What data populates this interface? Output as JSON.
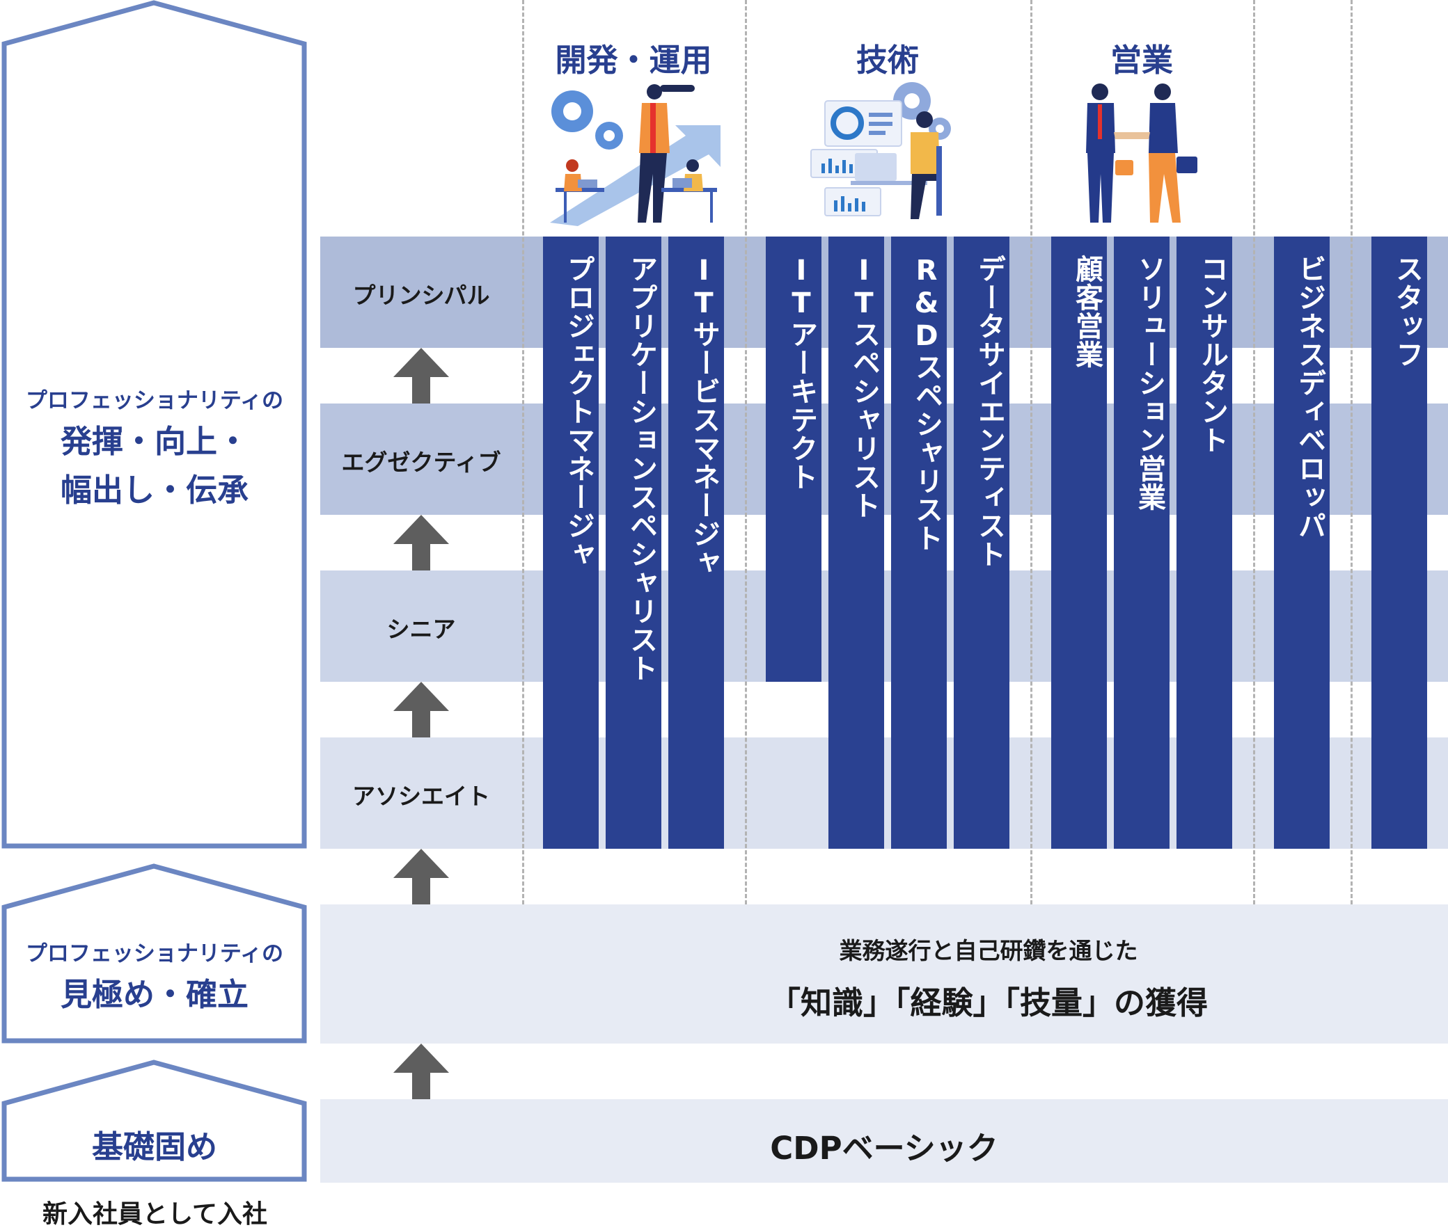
{
  "stages": {
    "top": {
      "sub": "プロフェッショナリティの",
      "line1": "発揮・向上・",
      "line2": "幅出し・伝承"
    },
    "middle": {
      "sub": "プロフェッショナリティの",
      "main": "見極め・確立"
    },
    "bottom": {
      "main": "基礎固め"
    }
  },
  "entry_label": "新入社員として入社",
  "levels": [
    "プリンシパル",
    "エグゼクティブ",
    "シニア",
    "アソシエイト"
  ],
  "categories": [
    "開発・運用",
    "技術",
    "営業"
  ],
  "roles": [
    "プロジェクトマネージャ",
    "アプリケーションスペシャリスト",
    "ITサービスマネージャ",
    "ITアーキテクト",
    "ITスペシャリスト",
    "R&Dスペシャリスト",
    "データサイエンティスト",
    "顧客営業",
    "ソリューション営業",
    "コンサルタント",
    "ビジネスディベロッパ",
    "スタッフ"
  ],
  "middle_band": {
    "line1": "業務遂行と自己研鑽を通じた",
    "line2": "「知識」「経験」「技量」の獲得"
  },
  "bottom_band": "CDPベーシック",
  "colors": {
    "brand": "#283f8f",
    "column": "#2a4191",
    "house_border": "#6b86c2",
    "band_principal": "#aebbd9",
    "band_executive": "#b8c4df",
    "band_senior": "#cbd4e8",
    "band_associate": "#dbe1ef",
    "band_light": "#e7ebf4",
    "arrow": "#5e5e5e"
  }
}
